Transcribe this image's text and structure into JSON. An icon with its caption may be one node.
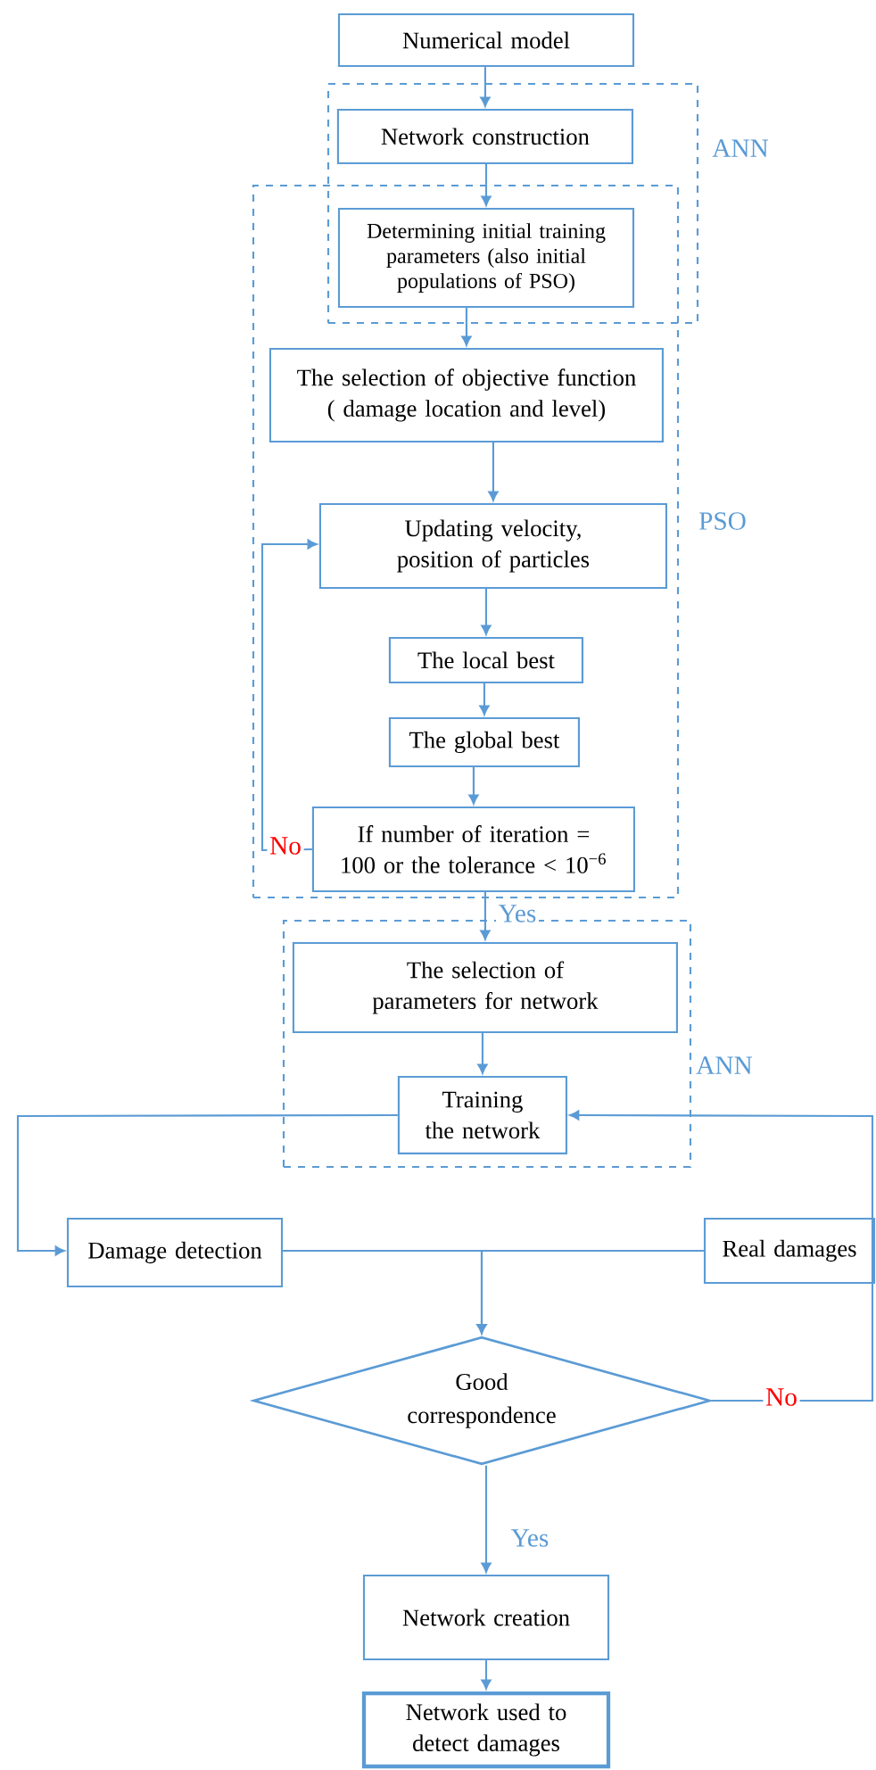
{
  "diagram": {
    "nodes": [
      {
        "text": [
          "Numerical model"
        ]
      },
      {
        "text": [
          "ANN"
        ]
      },
      {
        "text": [
          "Network construction"
        ],
        "in": 1
      },
      {
        "text": [
          "PSO"
        ]
      },
      {
        "text": [
          "Determining initial training parameters (also initial populations of PSO)"
        ]
      },
      {
        "text": [
          "The selection of objective function ( damage location and level)"
        ],
        "in": 3
      },
      {
        "text": [
          "Updating velocity, position of particles"
        ],
        "in": 3
      },
      {
        "text": [
          "The local best"
        ],
        "in": 3
      },
      {
        "text": [
          "The global best"
        ],
        "in": 3
      },
      {
        "text": [
          "If number of iteration = 100 or the tolerance < 10$^{−6}$"
        ],
        "in": 3
      },
      {
        "text": [
          "ANN"
        ]
      },
      {
        "text": [
          "The selection of parameters for network"
        ],
        "in": 10
      },
      {
        "text": [
          "Training the network"
        ],
        "in": 10
      },
      {
        "text": [
          "Damage detection"
        ]
      },
      {
        "text": [
          "Real damages"
        ]
      },
      {
        "text": [
          "Good correspondence"
        ]
      },
      {
        "text": [
          "Network creation"
        ]
      },
      {
        "text": [
          "Network used to detect damages"
        ]
      }
    ],
    "edges": [
      {
        "from": 0,
        "to": 2,
        "arrow": "to"
      },
      {
        "from": 2,
        "to": 4,
        "arrow": "to"
      },
      {
        "from": 4,
        "to": 5,
        "arrow": "to"
      },
      {
        "from": 5,
        "to": 6,
        "arrow": "to"
      },
      {
        "from": 6,
        "to": 7,
        "arrow": "to"
      },
      {
        "from": 7,
        "to": 8,
        "arrow": "to"
      },
      {
        "from": 8,
        "to": 9,
        "arrow": "to"
      },
      {
        "from": 9,
        "to": 6,
        "arrow": "to",
        "label": "No"
      },
      {
        "from": 9,
        "to": 11,
        "arrow": "to",
        "label": "Yes"
      },
      {
        "from": 11,
        "to": 12,
        "arrow": "to"
      },
      {
        "from": 12,
        "to": 13,
        "arrow": "to"
      },
      {
        "from": 13,
        "to": 15,
        "arrow": "to"
      },
      {
        "from": 14,
        "to": 15,
        "arrow": "to"
      },
      {
        "from": 15,
        "to": 12,
        "arrow": "to",
        "label": "No"
      },
      {
        "from": 15,
        "to": 16,
        "arrow": "to",
        "label": "Yes"
      },
      {
        "from": 16,
        "to": 17,
        "arrow": "to"
      }
    ]
  }
}
